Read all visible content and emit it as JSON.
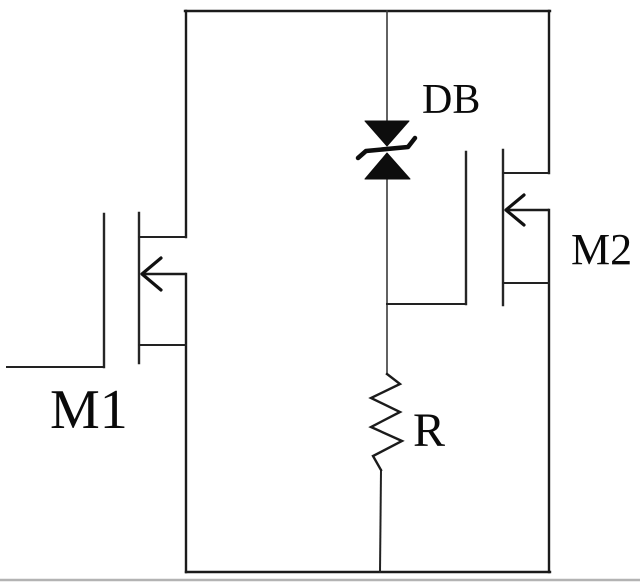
{
  "figure": {
    "kind": "circuit-schematic",
    "description": "Two-transistor clamp circuit: MOSFET M1 in left branch, MOSFET M2 in right branch, bidirectional zener diode DB and resistor R in center branch driving the gate of M2"
  },
  "labels": {
    "m1": "M1",
    "m2": "M2",
    "db": "DB",
    "r": "R"
  },
  "components": [
    {
      "ref": "M1",
      "type": "mosfet-transistor",
      "location": "left-branch"
    },
    {
      "ref": "M2",
      "type": "mosfet-transistor",
      "location": "right-branch"
    },
    {
      "ref": "DB",
      "type": "bidirectional-zener-diode",
      "location": "center-branch-top"
    },
    {
      "ref": "R",
      "type": "resistor",
      "location": "center-branch-bottom"
    }
  ],
  "colors": {
    "line": "#1b1b1b",
    "background": "#ffffff",
    "diode_fill": "#0d0d0d",
    "page_rule": "#b3b3b3"
  }
}
